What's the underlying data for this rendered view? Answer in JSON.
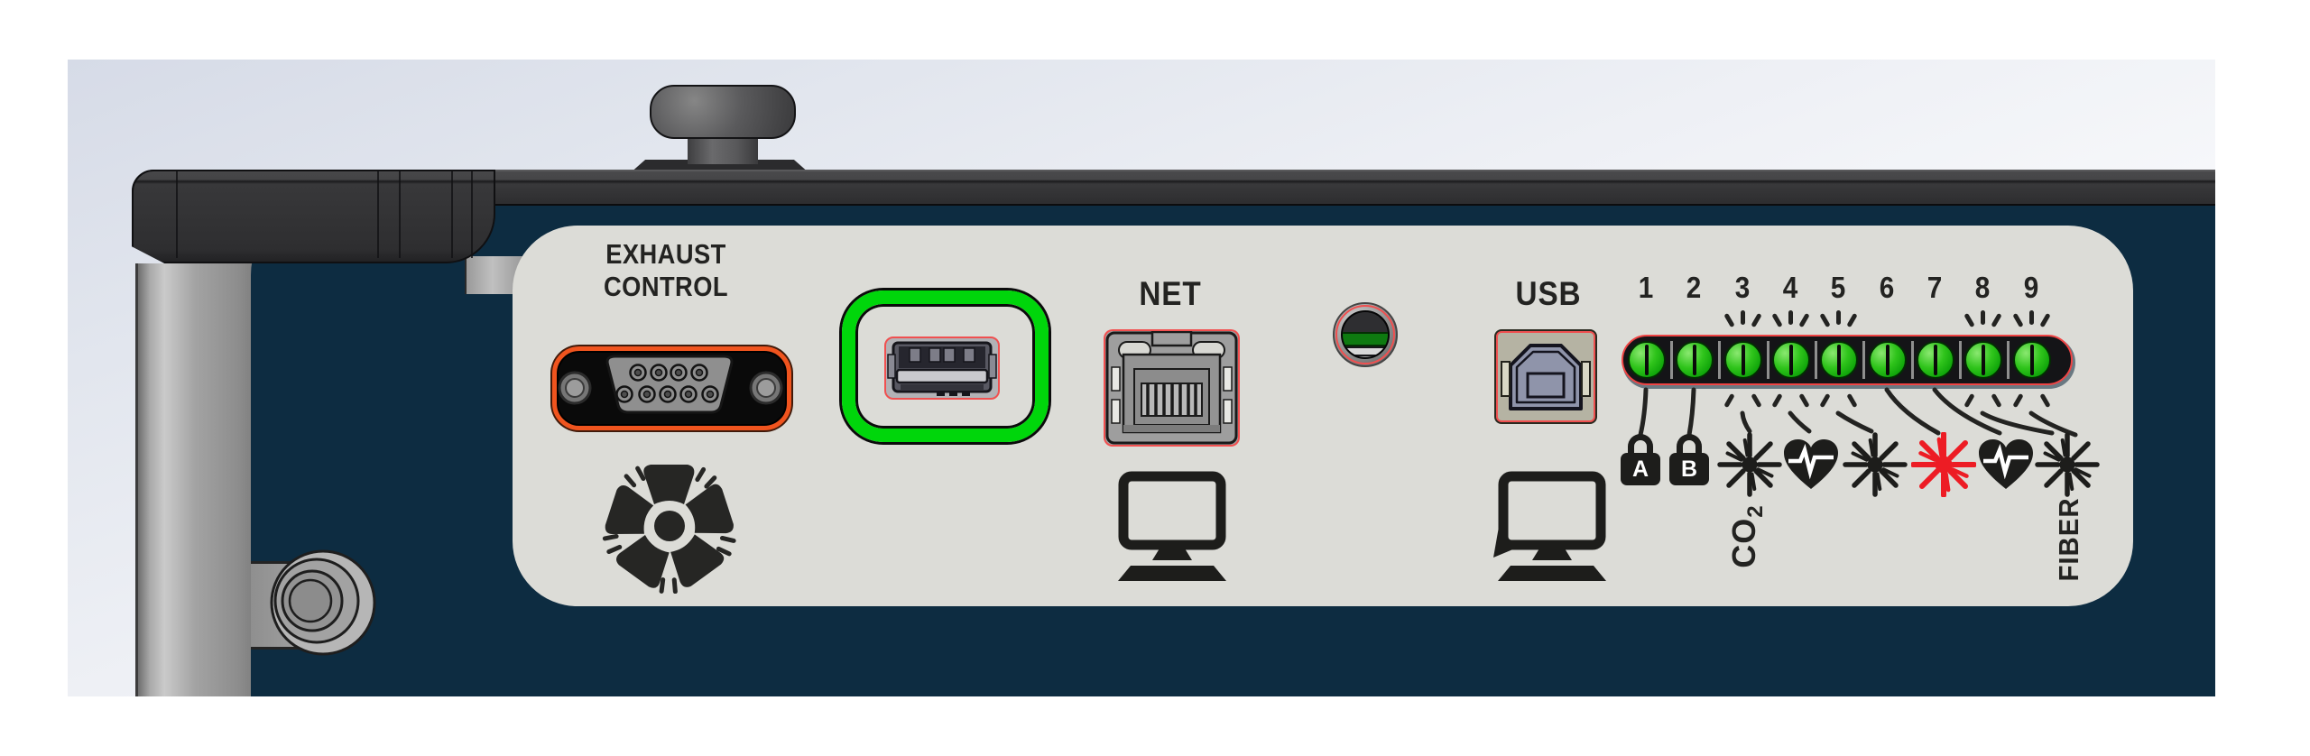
{
  "panel": {
    "exhaust_control": {
      "line1": "EXHAUST",
      "line2": "CONTROL"
    },
    "net_label": "NET",
    "usb_label": "USB",
    "terminal_numbers": [
      "1",
      "2",
      "3",
      "4",
      "5",
      "6",
      "7",
      "8",
      "9"
    ],
    "lock_a": "A",
    "lock_b": "B",
    "co2": {
      "base": "CO",
      "subscript": "2"
    },
    "fiber_label": "FIBER",
    "icon_names": [
      "fan-icon",
      "monitor-icon",
      "monitor-cursor-icon",
      "lock-a-icon",
      "lock-b-icon",
      "laser-star-icon",
      "heartbeat-heart-icon",
      "laser-star-icon",
      "laser-star-red-icon",
      "heartbeat-heart-icon",
      "laser-star-icon"
    ],
    "colors": {
      "panel_navy": "#0d2c41",
      "plate_gray": "#dcdcd7",
      "chassis_charcoal": "#2e2e30",
      "highlight_green": "#00d60b",
      "port_outline_red": "#f05050",
      "db9_outline_orange": "#f0541e",
      "terminal_green": "#2fc41b",
      "laser_active_red": "#ed1c24",
      "icon_black": "#1d1d1b"
    }
  }
}
